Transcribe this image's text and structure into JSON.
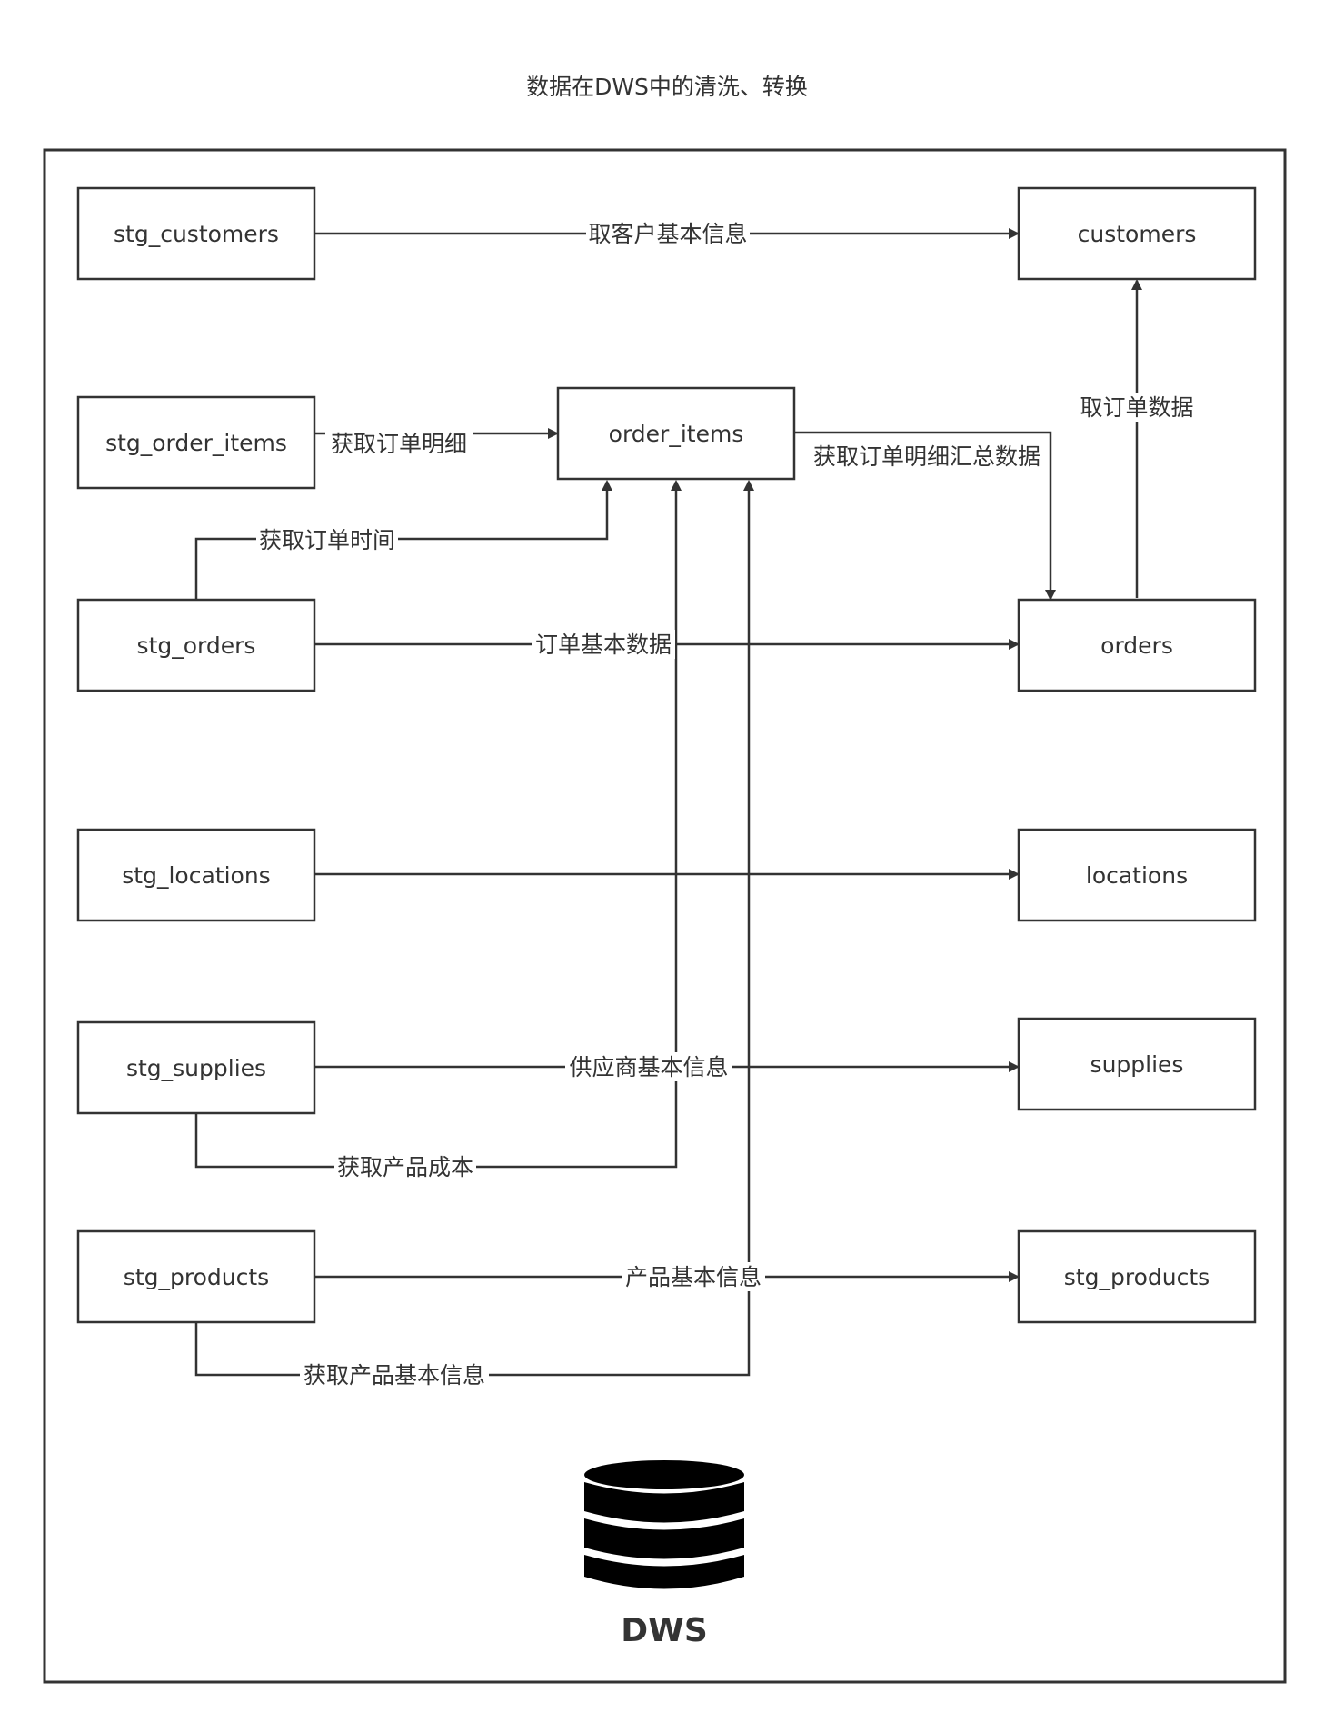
{
  "title": "数据在DWS中的清洗、转换",
  "nodes": {
    "stg_customers": "stg_customers",
    "stg_order_items": "stg_order_items",
    "stg_orders": "stg_orders",
    "stg_locations": "stg_locations",
    "stg_supplies": "stg_supplies",
    "stg_products": "stg_products",
    "order_items": "order_items",
    "customers": "customers",
    "orders": "orders",
    "locations": "locations",
    "supplies": "supplies",
    "stg_products_target": "stg_products"
  },
  "edges": {
    "customers_basic": "取客户基本信息",
    "order_items_detail": "获取订单明细",
    "order_time": "获取订单时间",
    "order_basic": "订单基本数据",
    "order_items_summary": "获取订单明细汇总数据",
    "order_data": "取订单数据",
    "supplies_basic": "供应商基本信息",
    "product_cost": "获取产品成本",
    "product_basic": "产品基本信息",
    "product_basic_get": "获取产品基本信息"
  },
  "database": {
    "icon": "database-icon",
    "label": "DWS"
  },
  "colors": {
    "stroke": "#333333",
    "background": "#ffffff",
    "icon": "#000000"
  }
}
